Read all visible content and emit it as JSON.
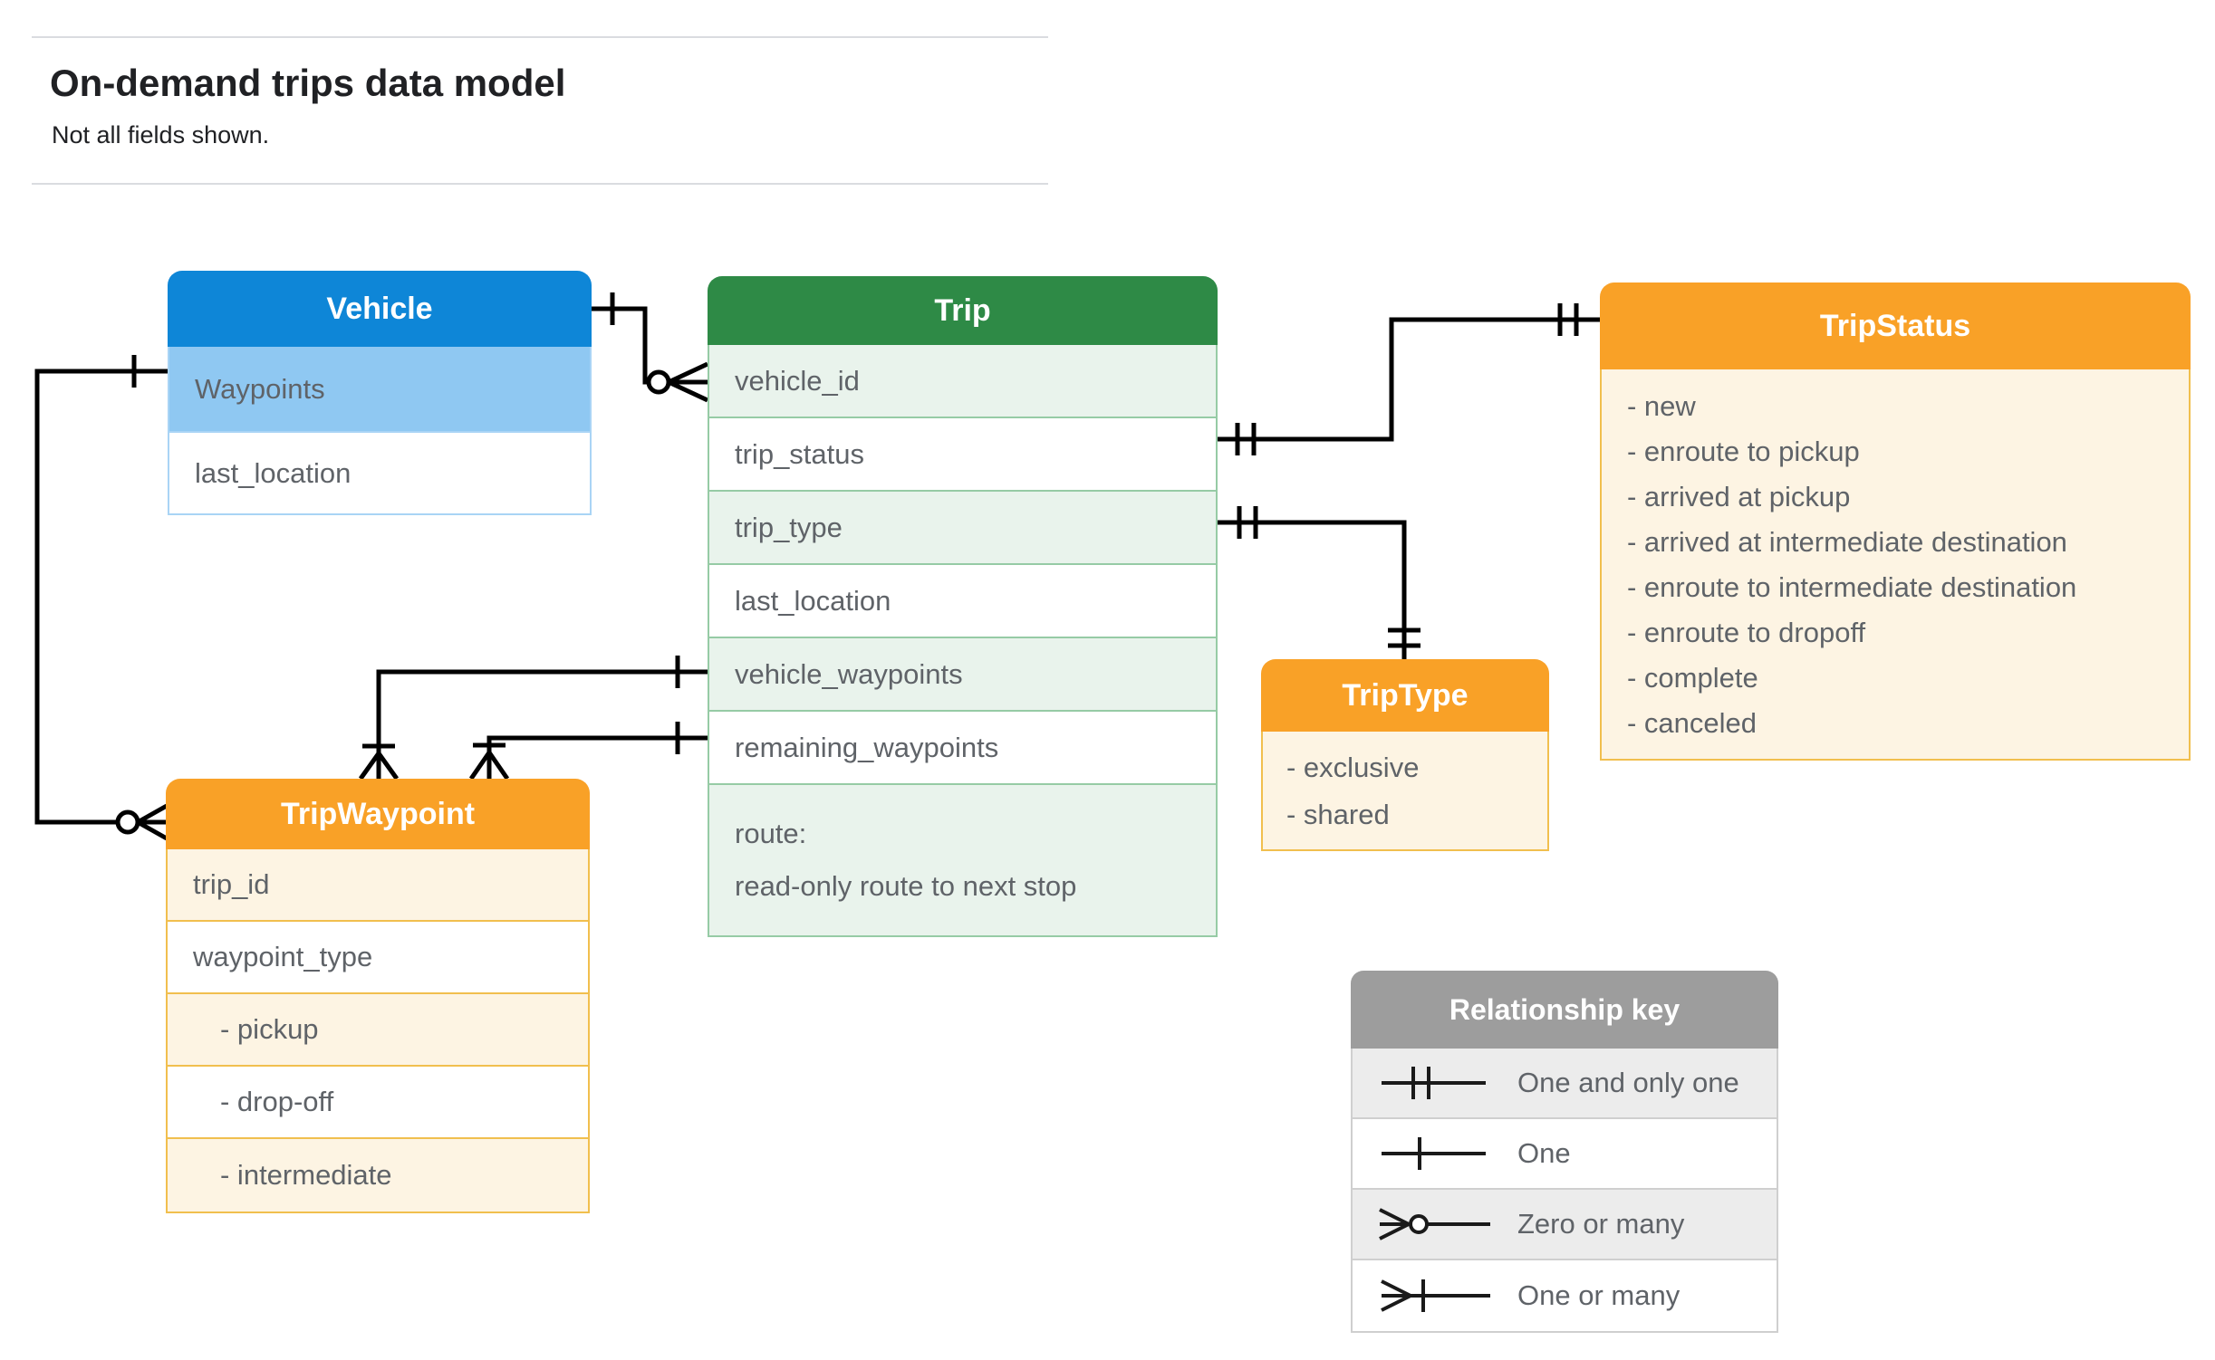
{
  "page": {
    "title": "On-demand trips data model",
    "subtitle": "Not all fields shown."
  },
  "entities": {
    "vehicle": {
      "title": "Vehicle",
      "rows": [
        "Waypoints",
        "last_location"
      ]
    },
    "trip": {
      "title": "Trip",
      "rows": [
        "vehicle_id",
        "trip_status",
        "trip_type",
        "last_location",
        "vehicle_waypoints",
        "remaining_waypoints"
      ],
      "route_line1": "route:",
      "route_line2": "read-only route to next stop"
    },
    "trip_status": {
      "title": "TripStatus",
      "items": [
        "- new",
        "- enroute to pickup",
        "- arrived at pickup",
        "- arrived at intermediate destination",
        "- enroute to intermediate destination",
        "- enroute to dropoff",
        "- complete",
        "- canceled"
      ]
    },
    "trip_waypoint": {
      "title": "TripWaypoint",
      "rows": [
        "trip_id",
        "waypoint_type",
        "- pickup",
        "- drop-off",
        "- intermediate"
      ]
    },
    "trip_type": {
      "title": "TripType",
      "items": [
        "- exclusive",
        "- shared"
      ]
    }
  },
  "legend": {
    "title": "Relationship key",
    "items": [
      {
        "symbol": "one-and-only-one",
        "label": "One and only one"
      },
      {
        "symbol": "one",
        "label": "One"
      },
      {
        "symbol": "zero-or-many",
        "label": "Zero or many"
      },
      {
        "symbol": "one-or-many",
        "label": "One or many"
      }
    ]
  },
  "colors": {
    "vehicle_header": "#0e86d7",
    "vehicle_highlight_row": "#8fc8f2",
    "trip_header": "#2e8a46",
    "trip_alt_row": "#e9f3ec",
    "enum_header": "#f9a127",
    "enum_body": "#fdf4e3",
    "legend_header": "#9d9d9d",
    "connector": "#000000",
    "row_text": "#5f6368",
    "title_text": "#202124"
  }
}
